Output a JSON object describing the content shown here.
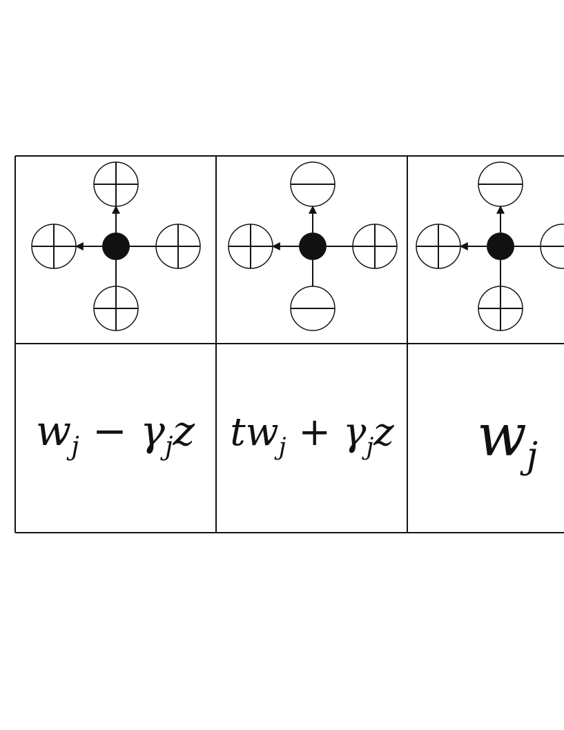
{
  "table": {
    "columns": [
      {
        "arms": {
          "up": "plus",
          "left": "plus",
          "right": "plus",
          "down": "plus"
        },
        "label": {
          "left": "w",
          "sub1": "j",
          "op": " − ",
          "mid": "γ",
          "sub2": "j",
          "right": "z"
        }
      },
      {
        "arms": {
          "up": "minus",
          "left": "plus",
          "right": "plus",
          "down": "minus"
        },
        "label": {
          "left": "tw",
          "sub1": "j",
          "op": " + ",
          "mid": "γ",
          "sub2": "j",
          "right": "z"
        }
      },
      {
        "arms": {
          "up": "minus",
          "left": "plus",
          "right": "minus",
          "down": "plus"
        },
        "label": {
          "left": "w",
          "sub1": "j",
          "op": "",
          "mid": "",
          "sub2": "",
          "right": ""
        }
      }
    ]
  },
  "colors": {
    "line": "#111111",
    "background": "#ffffff"
  }
}
